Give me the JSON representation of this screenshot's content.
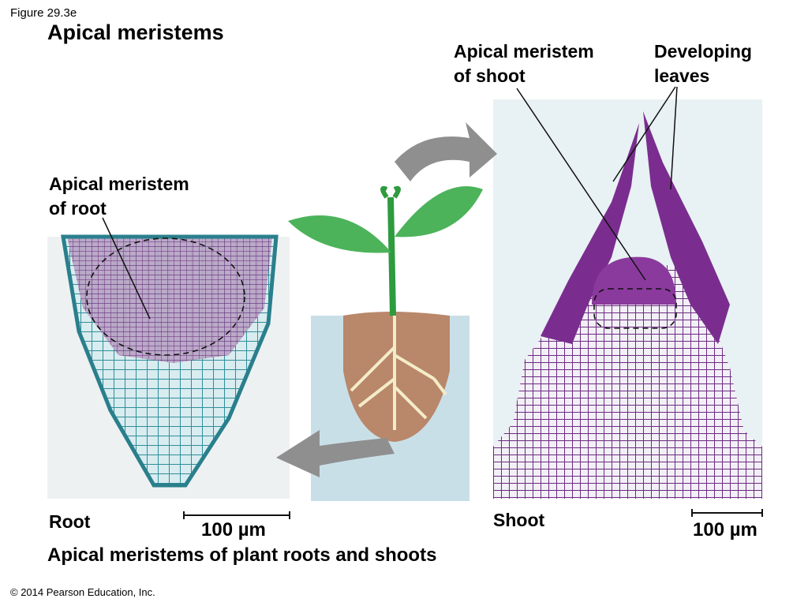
{
  "figure_number": "Figure 29.3e",
  "title": "Apical meristems",
  "labels": {
    "root_meristem": [
      "Apical meristem",
      "of root"
    ],
    "shoot_meristem": [
      "Apical meristem",
      "of shoot"
    ],
    "developing_leaves": [
      "Developing",
      "leaves"
    ],
    "root": "Root",
    "shoot": "Shoot"
  },
  "scale_bars": {
    "root": "100 µm",
    "shoot": "100 µm"
  },
  "caption": "Apical meristems of plant roots and shoots",
  "copyright": "© 2014 Pearson Education, Inc.",
  "colors": {
    "stain_purple": "#6b2a7c",
    "stain_teal": "#2f8f9a",
    "tissue_bg": "#e8f1f3",
    "leaf_green": "#3fa54a",
    "soil": "#b9876a",
    "pot": "#c9dfe8",
    "arrow_gray": "#8f8f8f"
  }
}
